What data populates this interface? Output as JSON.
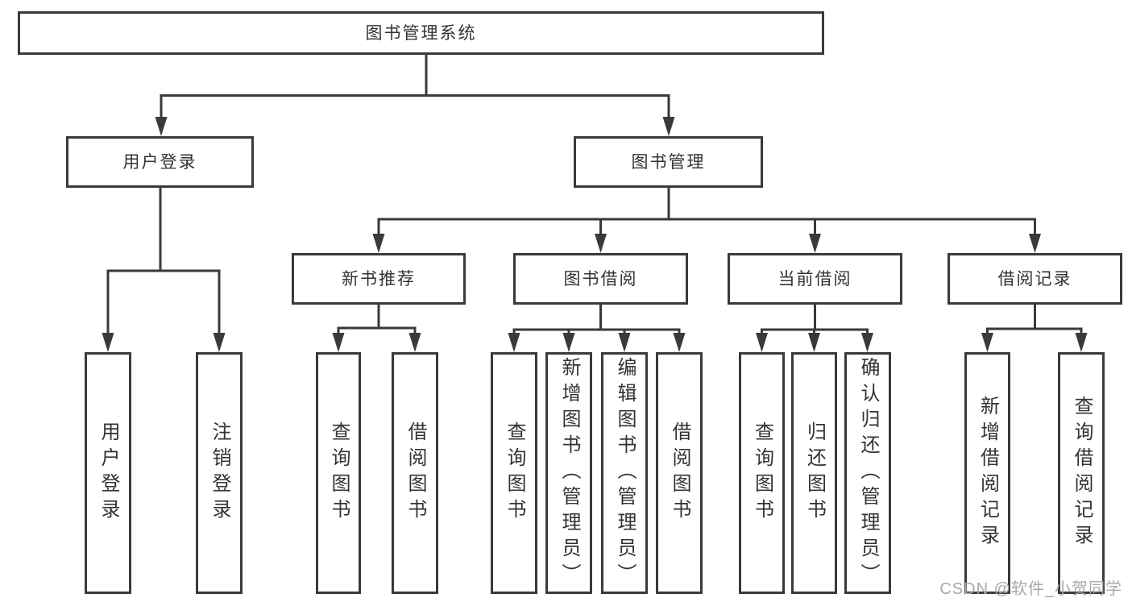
{
  "diagram": {
    "title": "图书管理系统",
    "root": {
      "label": "图书管理系统"
    },
    "level2": [
      {
        "id": "user-login",
        "label": "用户登录"
      },
      {
        "id": "book-management",
        "label": "图书管理"
      }
    ],
    "level3": [
      {
        "id": "new-book-recommend",
        "label": "新书推荐"
      },
      {
        "id": "book-borrowing",
        "label": "图书借阅"
      },
      {
        "id": "current-borrowing",
        "label": "当前借阅"
      },
      {
        "id": "borrowing-records",
        "label": "借阅记录"
      }
    ],
    "leaves": {
      "user_login": [
        {
          "label": "用户登录"
        },
        {
          "label": "注销登录"
        }
      ],
      "new_book_recommend": [
        {
          "label": "查询图书"
        },
        {
          "label": "借阅图书"
        }
      ],
      "book_borrowing": [
        {
          "label": "查询图书"
        },
        {
          "label": "新增图书（管理员）"
        },
        {
          "label": "编辑图书（管理员）"
        },
        {
          "label": "借阅图书"
        }
      ],
      "current_borrowing": [
        {
          "label": "查询图书"
        },
        {
          "label": "归还图书"
        },
        {
          "label": "确认归还（管理员）"
        }
      ],
      "borrowing_records": [
        {
          "label": "新增借阅记录"
        },
        {
          "label": "查询借阅记录"
        }
      ]
    }
  },
  "watermark": {
    "text": "CSDN @软件_小贺同学"
  },
  "colors": {
    "line": "#3a3a3a",
    "border": "#3a3a3a",
    "text": "#333333",
    "watermark": "#a8a8a8",
    "background": "#ffffff"
  }
}
